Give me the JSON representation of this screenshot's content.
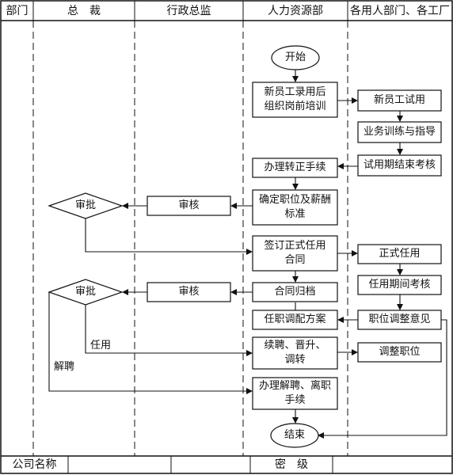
{
  "header": {
    "dept_label": "部门",
    "lanes": [
      "总　裁",
      "行政总监",
      "人力资源部",
      "各用人部门、各工厂"
    ]
  },
  "nodes": {
    "start": "开始",
    "orient": "新员工录用后\n组织岗前培训",
    "trial": "新员工试用",
    "training": "业务训练与指导",
    "trial_eval": "试用期结束考核",
    "regularize": "办理转正手续",
    "define_pos": "确定职位及薪酬\n标准",
    "review1": "审核",
    "approve1": "审批",
    "sign_contract": "签订正式任用\n合同",
    "formal_hire": "正式任用",
    "tenure_eval": "任用期间考核",
    "archive": "合同归档",
    "review2": "审核",
    "approve2": "审批",
    "transfer_plan": "任职调配方案",
    "adjust_opinion": "职位调整意见",
    "renew": "续聘、晋升、\n调转",
    "adjust_pos": "调整职位",
    "dismiss": "办理解聘、离职\n手续",
    "end": "结束"
  },
  "edge_labels": {
    "appoint": "任用",
    "dismiss": "解聘"
  },
  "footer": {
    "company_label": "公司名称",
    "secrecy_label": "密　级"
  }
}
